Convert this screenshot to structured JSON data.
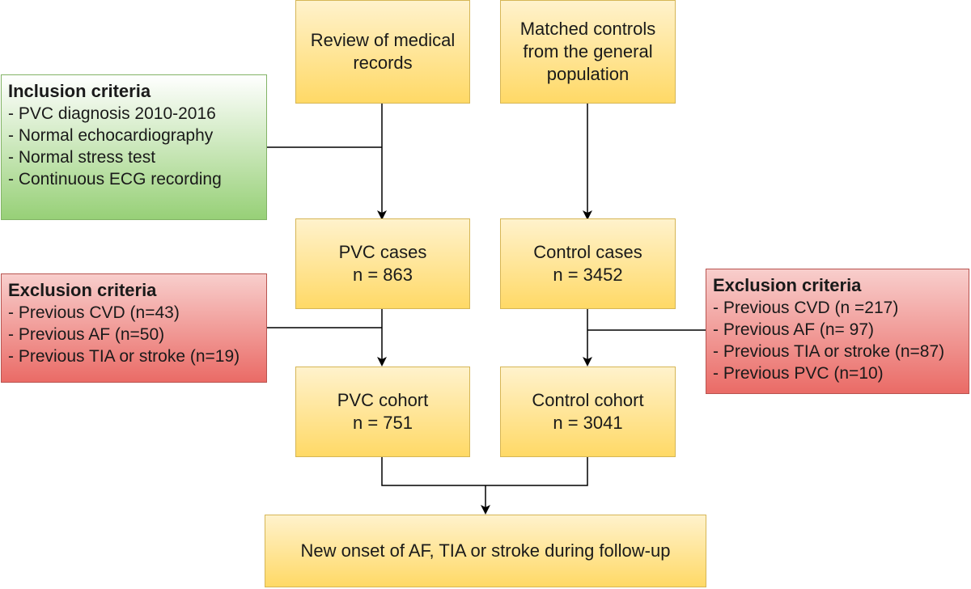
{
  "boxes": {
    "review": [
      "Review of medical",
      "records"
    ],
    "controls": [
      "Matched controls",
      "from the general",
      "population"
    ],
    "pvc_cases": [
      "PVC cases",
      "n = 863"
    ],
    "control_cases": [
      "Control cases",
      "n = 3452"
    ],
    "pvc_cohort": [
      "PVC cohort",
      "n = 751"
    ],
    "control_cohort": [
      "Control cohort",
      "n = 3041"
    ],
    "outcome": [
      "New onset of AF, TIA or stroke during follow-up"
    ]
  },
  "inclusion": {
    "title": "Inclusion criteria",
    "items": [
      "- PVC diagnosis 2010-2016",
      "- Normal echocardiography",
      "- Normal stress test",
      "- Continuous ECG recording"
    ]
  },
  "exclusion_left": {
    "title": "Exclusion criteria",
    "items": [
      "- Previous CVD (n=43)",
      "- Previous AF (n=50)",
      "- Previous TIA or stroke (n=19)"
    ]
  },
  "exclusion_right": {
    "title": "Exclusion criteria",
    "items": [
      "- Previous CVD (n =217)",
      "- Previous AF (n= 97)",
      "- Previous TIA or stroke (n=87)",
      "- Previous PVC (n=10)"
    ]
  },
  "colors": {
    "box_fill_top": "#fff2cc",
    "box_fill_bottom": "#ffd966",
    "box_border": "#d6b656",
    "inclusion_fill": "#97d077",
    "inclusion_border": "#82b366",
    "exclusion_fill": "#ea6b66",
    "exclusion_border": "#b85450",
    "connector": "#000000"
  }
}
